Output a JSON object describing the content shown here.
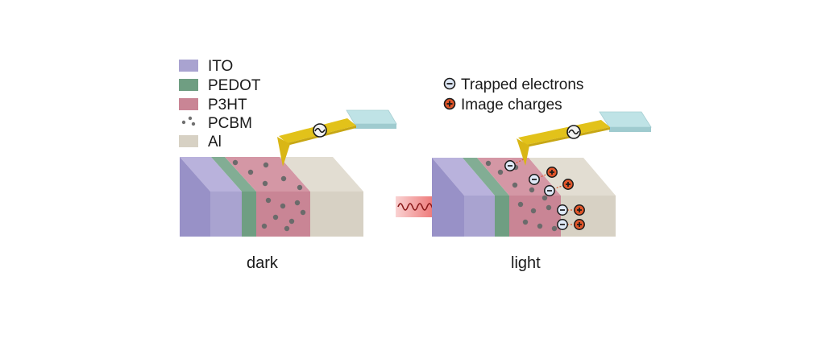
{
  "legend_layers": [
    {
      "label": "ITO",
      "color": "#a9a3d0"
    },
    {
      "label": "PEDOT",
      "color": "#6f9e82"
    },
    {
      "label": "P3HT",
      "color": "#c98595"
    },
    {
      "label": "PCBM",
      "color": "#707070"
    },
    {
      "label": "Al",
      "color": "#d7d1c4"
    }
  ],
  "legend_charges": [
    {
      "label": "Trapped electrons",
      "icon": "minus-circle-icon",
      "color": "#5b86c9"
    },
    {
      "label": "Image charges",
      "icon": "plus-circle-icon",
      "color": "#e2562a"
    }
  ],
  "panels": [
    {
      "caption": "dark"
    },
    {
      "caption": "light"
    }
  ],
  "colors": {
    "cantilever": "#e2c21a",
    "probe_chip": "#bfe3e6",
    "light_beam": "#e84a4a"
  },
  "icons": {
    "ac_source": "sine-wave-icon"
  }
}
